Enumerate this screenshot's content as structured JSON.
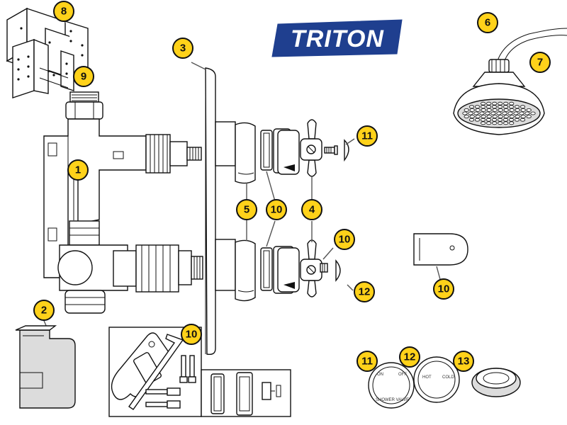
{
  "brand": {
    "name": "TRITON",
    "color": "#1f3f8f"
  },
  "callouts": [
    {
      "id": "1",
      "label": "1"
    },
    {
      "id": "2",
      "label": "2"
    },
    {
      "id": "3",
      "label": "3"
    },
    {
      "id": "4",
      "label": "4"
    },
    {
      "id": "5",
      "label": "5"
    },
    {
      "id": "6",
      "label": "6"
    },
    {
      "id": "7",
      "label": "7"
    },
    {
      "id": "8",
      "label": "8"
    },
    {
      "id": "9",
      "label": "9"
    },
    {
      "id": "10a",
      "label": "10"
    },
    {
      "id": "10b",
      "label": "10"
    },
    {
      "id": "10c",
      "label": "10"
    },
    {
      "id": "10d",
      "label": "10"
    },
    {
      "id": "10e",
      "label": "10"
    },
    {
      "id": "11a",
      "label": "11"
    },
    {
      "id": "11b",
      "label": "11"
    },
    {
      "id": "12a",
      "label": "12"
    },
    {
      "id": "12b",
      "label": "12"
    },
    {
      "id": "13",
      "label": "13"
    }
  ],
  "discs": {
    "on_off": {
      "top_left": "ON",
      "top_right": "OFF",
      "bottom": "SHOWER VALVE"
    },
    "hot_cold": {
      "left": "HOT",
      "right": "COLD"
    }
  },
  "colors": {
    "callout_fill": "#ffd21a",
    "accent_grey": "#dcdcdc"
  }
}
